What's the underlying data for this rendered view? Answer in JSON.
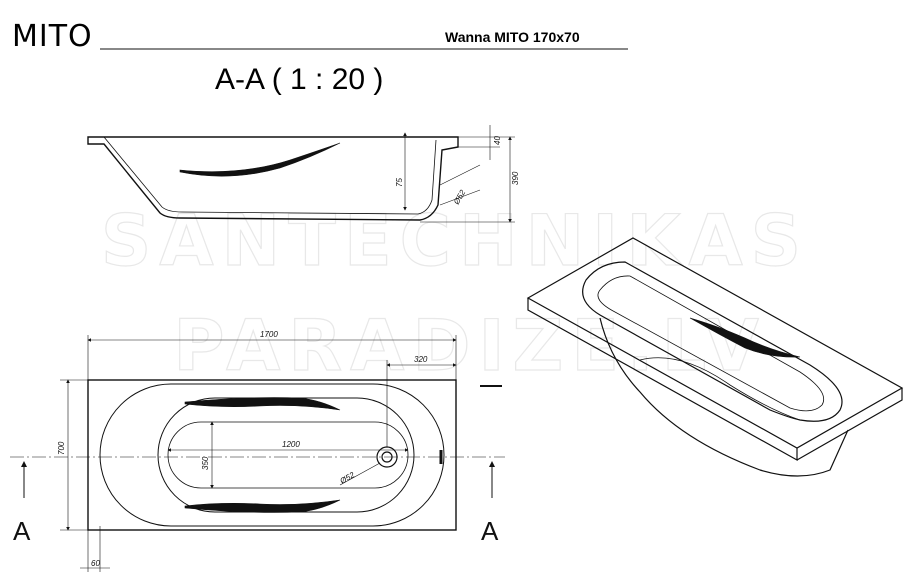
{
  "header": {
    "logo": "MITO",
    "title": "Wanna MITO 170x70"
  },
  "section_title": "A-A ( 1 : 20 )",
  "watermark": {
    "line1": "SANTECHNIKAS",
    "line2": "PARADIZE.LV"
  },
  "section_view": {
    "dims": {
      "d40": "40",
      "d75": "75",
      "d390": "390",
      "d52": "Ø52"
    }
  },
  "plan_view": {
    "dims": {
      "length": "1700",
      "drain_offset": "320",
      "inner_length": "1200",
      "width": "700",
      "inner_width": "350",
      "drain_diam": "Ø52",
      "rim": "60"
    },
    "section_marks": {
      "left": "A",
      "right": "A"
    }
  },
  "colors": {
    "line": "#111111",
    "watermark": "#e8e8e8"
  }
}
